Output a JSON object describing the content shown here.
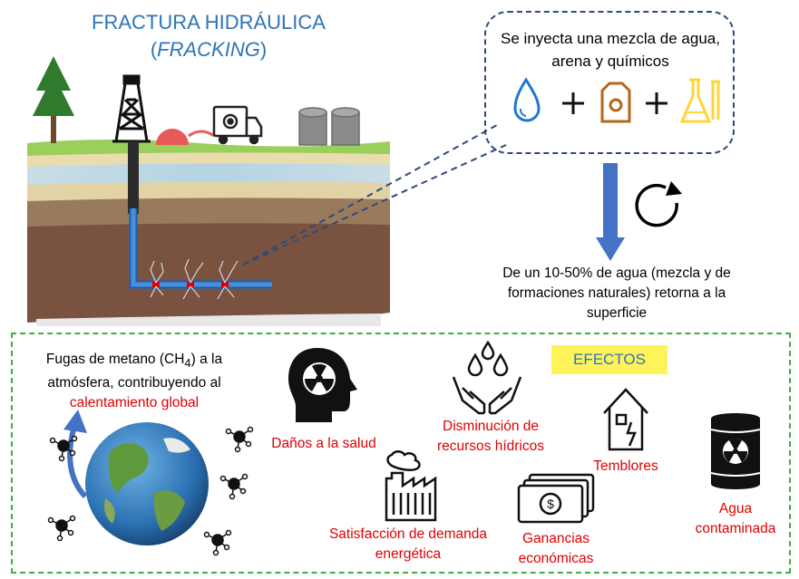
{
  "header": {
    "title": "FRACTURA HIDRÁULICA",
    "subtitle_open": "(",
    "subtitle": "FRACKING",
    "subtitle_close": ")"
  },
  "injection": {
    "text": "Se inyecta una mezcla de agua, arena y químicos",
    "ingredients": [
      "water-drop-icon",
      "sand-bag-icon",
      "chemicals-icon"
    ]
  },
  "return_text": "De un 10-50% de agua (mezcla y de formaciones naturales) retorna a la superficie",
  "effects": {
    "label": "EFECTOS",
    "methane": {
      "text_before": "Fugas de metano (CH",
      "subscript": "4",
      "text_after": ") a la atmósfera, contribuyendo al",
      "highlight": "calentamiento global"
    },
    "items": {
      "health": "Daños a la salud",
      "water": "Disminución de recursos hídricos",
      "energy": "Satisfacción de demanda energética",
      "earnings": "Ganancias económicas",
      "quakes": "Temblores",
      "contaminated": "Agua contaminada"
    }
  },
  "colors": {
    "title_blue": "#2e75b6",
    "effect_red": "#e00000",
    "effects_border": "#3cb043",
    "label_bg": "#fff35a",
    "bubble_border": "#2f4a7a"
  }
}
